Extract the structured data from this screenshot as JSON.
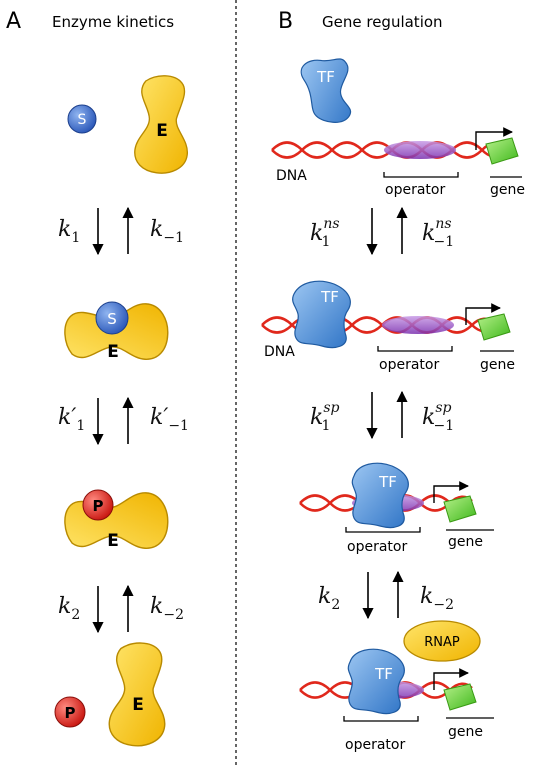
{
  "panel_a": {
    "letter": "A",
    "title": "Enzyme kinetics",
    "substrate": "S",
    "enzyme": "E",
    "product": "P",
    "steps": [
      {
        "fwd": "k",
        "fwd_sub": "1",
        "rev": "k",
        "rev_sub": "−1"
      },
      {
        "fwd": "k′",
        "fwd_sub": "1",
        "rev": "k′",
        "rev_sub": "−1"
      },
      {
        "fwd": "k",
        "fwd_sub": "2",
        "rev": "k",
        "rev_sub": "−2"
      }
    ]
  },
  "panel_b": {
    "letter": "B",
    "title": "Gene regulation",
    "tf": "TF",
    "dna": "DNA",
    "operator": "operator",
    "gene": "gene",
    "rnap": "RNAP",
    "steps": [
      {
        "fwd": "k",
        "fwd_sub": "1",
        "fwd_sup": "ns",
        "rev": "k",
        "rev_sub": "−1",
        "rev_sup": "ns"
      },
      {
        "fwd": "k",
        "fwd_sub": "1",
        "fwd_sup": "sp",
        "rev": "k",
        "rev_sub": "−1",
        "rev_sup": "sp"
      },
      {
        "fwd": "k",
        "fwd_sub": "2",
        "fwd_sup": "",
        "rev": "k",
        "rev_sub": "−2",
        "rev_sup": ""
      }
    ]
  },
  "colors": {
    "enzyme_yellow": "#f5c518",
    "substrate_blue": "#2f62c9",
    "product_red": "#d9201c",
    "tf_blue": "#4a8fd6",
    "dna_red": "#e0281c",
    "operator_purple": "#8b3fb8",
    "gene_green": "#5fcf2e",
    "rnap_yellow": "#f5c518"
  }
}
